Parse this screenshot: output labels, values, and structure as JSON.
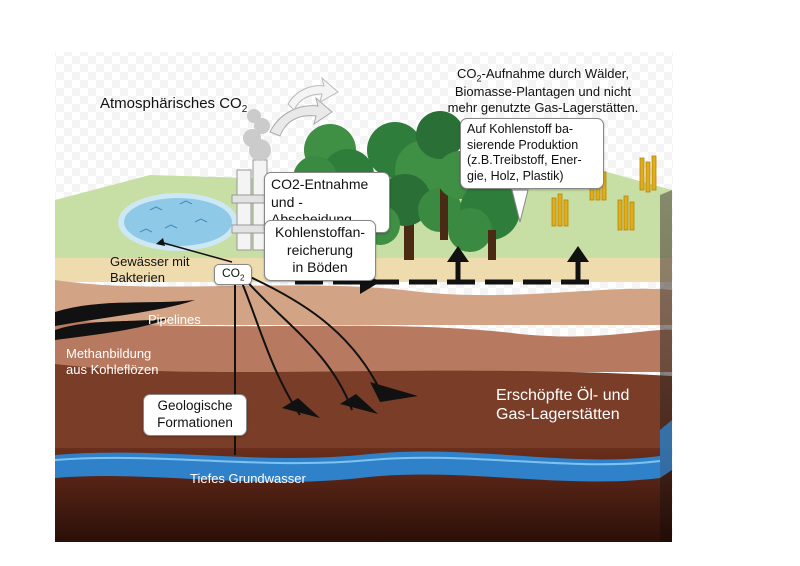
{
  "labels": {
    "atmos_text": "Atmosphärisches CO",
    "atmos_sub": "2",
    "uptake_line1_prefix": "CO",
    "uptake_line1_sub": "2",
    "uptake_line1_rest": "-Aufnahme durch Wälder,",
    "uptake_line2": "Biomasse-Plantagen und nicht",
    "uptake_line3": "mehr genutzte Gas-Lagerstätten.",
    "production_line1": "Auf Kohlenstoff ba-",
    "production_line2": "sierende Produktion",
    "production_line3": "(z.B.Treibstoff, Ener-",
    "production_line4": "gie, Holz, Plastik)",
    "capture_line1": "CO2-Entnahme",
    "capture_line2": "und -Abscheidung",
    "soil_line1": "Kohlenstoffan-",
    "soil_line2": "reicherung",
    "soil_line3": "in Böden",
    "water_line1": "Gewässer mit",
    "water_line2": "Bakterien",
    "co2_badge_text": "CO",
    "co2_badge_sub": "2",
    "pipelines": "Pipelines",
    "methane_line1": "Methanbildung",
    "methane_line2": "aus Kohleflözen",
    "geo_line1": "Geologische",
    "geo_line2": "Formationen",
    "depleted_line1": "Erschöpfte Öl- und",
    "depleted_line2": "Gas-Lagerstätten",
    "groundwater": "Tiefes Grundwasser"
  },
  "colors": {
    "grass": "#c7dfa4",
    "sand": "#efdcae",
    "soil_light": "#d3a386",
    "soil_mid": "#b77a60",
    "soil_dark": "#7a3d28",
    "bedrock": "#3f1a0f",
    "water": "#2f82c9",
    "tree_green": "#2f7d3b",
    "wheat": "#e1ae1a"
  }
}
